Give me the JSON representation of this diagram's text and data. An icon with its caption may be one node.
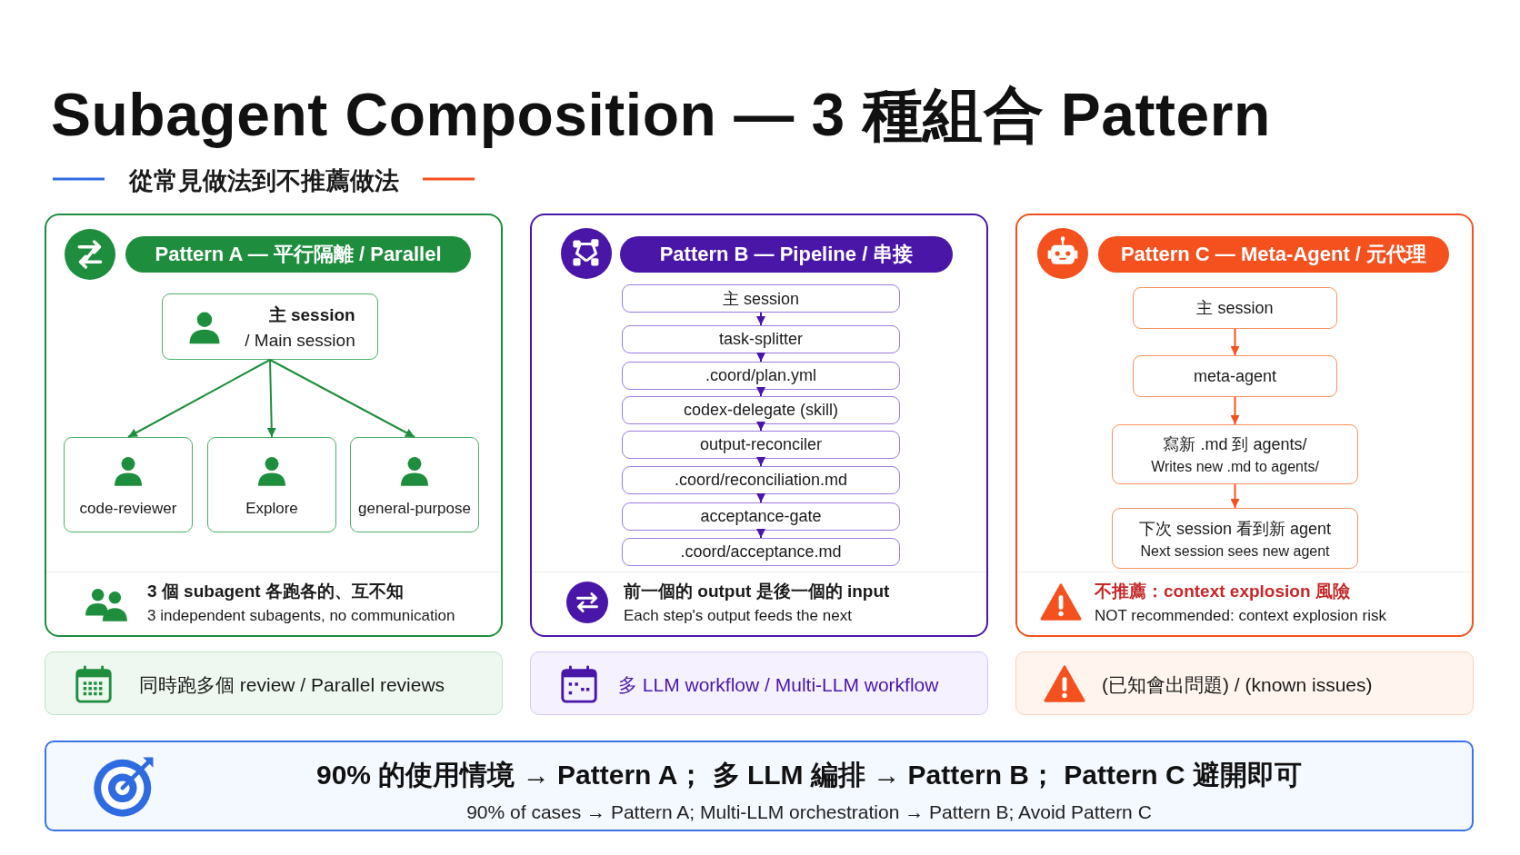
{
  "diagram": {
    "title": "Subagent Composition — 3 種組合 Pattern",
    "nodes": [
      {
        "text": [
          "Pattern A — 平行隔離 / Parallel",
          "3 個 subagent 各跑各的、互不知",
          "3 independent subagents, no communication"
        ]
      },
      {
        "text": [
          "主 session",
          "/ Main session"
        ],
        "in": 0
      },
      {
        "text": [
          "code-reviewer"
        ],
        "in": 0
      },
      {
        "text": [
          "Explore"
        ],
        "in": 0
      },
      {
        "text": [
          "general-purpose"
        ],
        "in": 0
      },
      {
        "text": [
          "Pattern B — Pipeline / 串接",
          "前一個的 output 是後一個的 input",
          "Each step's output feeds the next"
        ]
      },
      {
        "text": [
          "主 session"
        ],
        "in": 5
      },
      {
        "text": [
          "task-splitter"
        ],
        "in": 5
      },
      {
        "text": [
          ".coord/plan.yml"
        ],
        "in": 5
      },
      {
        "text": [
          "codex-delegate (skill)"
        ],
        "in": 5
      },
      {
        "text": [
          "output-reconciler"
        ],
        "in": 5
      },
      {
        "text": [
          ".coord/reconciliation.md"
        ],
        "in": 5
      },
      {
        "text": [
          "acceptance-gate"
        ],
        "in": 5
      },
      {
        "text": [
          ".coord/acceptance.md"
        ],
        "in": 5
      },
      {
        "text": [
          "Pattern C — Meta-Agent / 元代理",
          "不推薦：context explosion 風險",
          "NOT recommended: context explosion risk"
        ]
      },
      {
        "text": [
          "主 session"
        ],
        "in": 14
      },
      {
        "text": [
          "meta-agent"
        ],
        "in": 14
      },
      {
        "text": [
          "寫新 .md 到 agents/",
          "Writes new .md to agents/"
        ],
        "in": 14
      },
      {
        "text": [
          "下次 session 看到新 agent",
          "Next session sees new agent"
        ],
        "in": 14
      },
      {
        "text": [
          "同時跑多個 review / Parallel reviews"
        ]
      },
      {
        "text": [
          "多 LLM workflow / Multi-LLM workflow"
        ]
      },
      {
        "text": [
          "(已知會出問題) / (known issues)"
        ]
      },
      {
        "text": [
          "90% 的使用情境 → Pattern A； 多 LLM 編排 → Pattern B； Pattern C 避開即可",
          "90% of cases → Pattern A; Multi-LLM orchestration → Pattern B; Avoid Pattern C"
        ]
      }
    ],
    "edges": [
      {
        "from": 1,
        "to": 2,
        "arrow": "to",
        "color": "#1e8e3e"
      },
      {
        "from": 1,
        "to": 3,
        "arrow": "to",
        "color": "#1e8e3e"
      },
      {
        "from": 1,
        "to": 4,
        "arrow": "to",
        "color": "#1e8e3e"
      },
      {
        "from": 6,
        "to": 7,
        "arrow": "to"
      },
      {
        "from": 7,
        "to": 8,
        "arrow": "to"
      },
      {
        "from": 8,
        "to": 9,
        "arrow": "to"
      },
      {
        "from": 9,
        "to": 10,
        "arrow": "to"
      },
      {
        "from": 10,
        "to": 11,
        "arrow": "to"
      },
      {
        "from": 11,
        "to": 12,
        "arrow": "to"
      },
      {
        "from": 12,
        "to": 13,
        "arrow": "to"
      },
      {
        "from": 15,
        "to": 16,
        "arrow": "to",
        "color": "#f4511e"
      },
      {
        "from": 16,
        "to": 17,
        "arrow": "to",
        "color": "#f4511e"
      },
      {
        "from": 17,
        "to": 18,
        "arrow": "to",
        "color": "#f4511e"
      }
    ],
    "labels": [
      "從常見做法到不推薦做法"
    ]
  }
}
